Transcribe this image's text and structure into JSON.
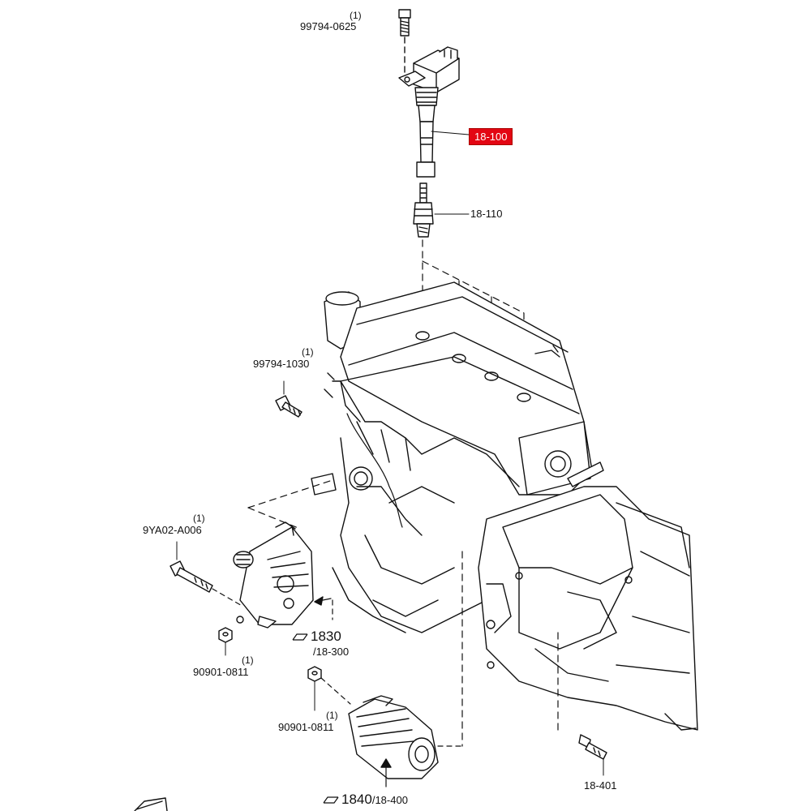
{
  "parts": {
    "bolt_top": {
      "qty": "(1)",
      "code": "99794-0625"
    },
    "ignition_coil": {
      "code": "18-100"
    },
    "spark_plug": {
      "code": "18-110"
    },
    "bolt_mid": {
      "qty": "(1)",
      "code": "99794-1030"
    },
    "alt_bolt": {
      "qty": "(1)",
      "code": "9YA02-A006"
    },
    "alt_nut": {
      "qty": "(1)",
      "code": "90901-0811"
    },
    "starter_nut": {
      "qty": "(1)",
      "code": "90901-0811"
    },
    "trans_bolt": {
      "code": "18-401"
    }
  },
  "refs": {
    "alternator": {
      "fig": "1830",
      "page": "/18-300"
    },
    "starter": {
      "fig": "1840",
      "page": "/18-400"
    }
  },
  "colors": {
    "highlight": "#e30613",
    "line": "#111111"
  }
}
